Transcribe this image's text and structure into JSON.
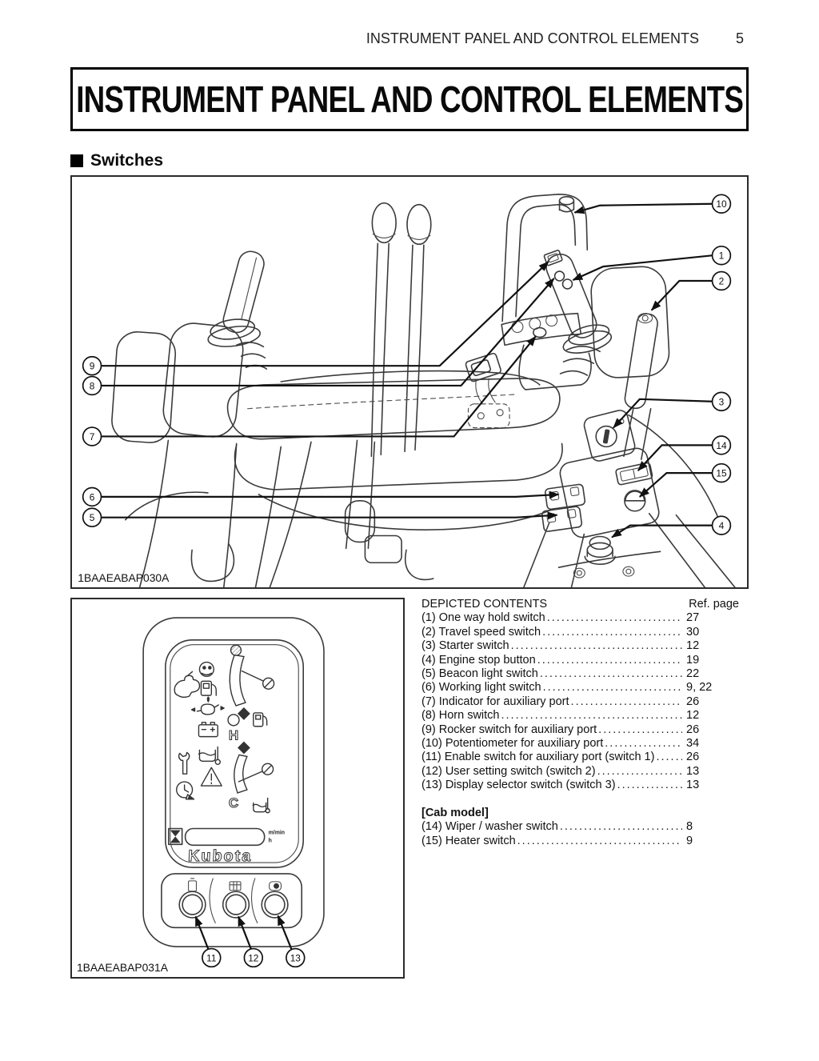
{
  "page": {
    "header_title": "INSTRUMENT PANEL AND CONTROL ELEMENTS",
    "header_page_number": "5",
    "title": "INSTRUMENT PANEL AND CONTROL ELEMENTS",
    "section_heading": "Switches"
  },
  "figure_top": {
    "label": "1BAAEABAP030A",
    "callouts": [
      "10",
      "1",
      "2",
      "3",
      "14",
      "15",
      "4",
      "9",
      "8",
      "7",
      "6",
      "5"
    ]
  },
  "figure_panel": {
    "label": "1BAAEABAP031A",
    "callouts": [
      "11",
      "12",
      "13"
    ],
    "logo": "Kubota",
    "gauge_h": "H",
    "gauge_c": "C",
    "meter_unit_top": "m/min",
    "meter_unit_bottom": "h",
    "indicator_icons": [
      "auto-idle-rabbit-icon",
      "glow-plug-icon",
      "fuel-pump-icon",
      "oil-pressure-icon",
      "battery-charge-icon",
      "coolant-temp-icon",
      "maintenance-wrench-icon",
      "warning-triangle-icon",
      "hour-meter-clock-icon",
      "fuel-level-icon",
      "water-temp-icon",
      "hourglass-icon"
    ],
    "button_icons": [
      "switch1-display-icon",
      "switch2-grid-icon",
      "switch3-selector-icon"
    ]
  },
  "contents": {
    "heading": "DEPICTED CONTENTS",
    "ref_heading": "Ref. page",
    "items": [
      {
        "label": "(1) One way hold switch",
        "page": "27"
      },
      {
        "label": "(2) Travel speed switch",
        "page": "30"
      },
      {
        "label": "(3) Starter switch",
        "page": "12"
      },
      {
        "label": "(4) Engine stop button",
        "page": "19"
      },
      {
        "label": "(5) Beacon light switch",
        "page": "22"
      },
      {
        "label": "(6) Working light switch",
        "page": "9, 22"
      },
      {
        "label": "(7) Indicator for auxiliary port",
        "page": "26"
      },
      {
        "label": "(8) Horn switch",
        "page": "12"
      },
      {
        "label": "(9) Rocker switch for auxiliary port",
        "page": "26"
      },
      {
        "label": "(10) Potentiometer for auxiliary port",
        "page": "34"
      },
      {
        "label": "(11) Enable switch for auxiliary port (switch 1)",
        "page": "26"
      },
      {
        "label": "(12) User setting switch (switch 2)",
        "page": "13"
      },
      {
        "label": "(13) Display selector switch (switch 3)",
        "page": "13"
      }
    ],
    "cab_heading": "[Cab model]",
    "cab_items": [
      {
        "label": "(14) Wiper / washer switch",
        "page": "8"
      },
      {
        "label": "(15) Heater switch",
        "page": "9"
      }
    ]
  }
}
